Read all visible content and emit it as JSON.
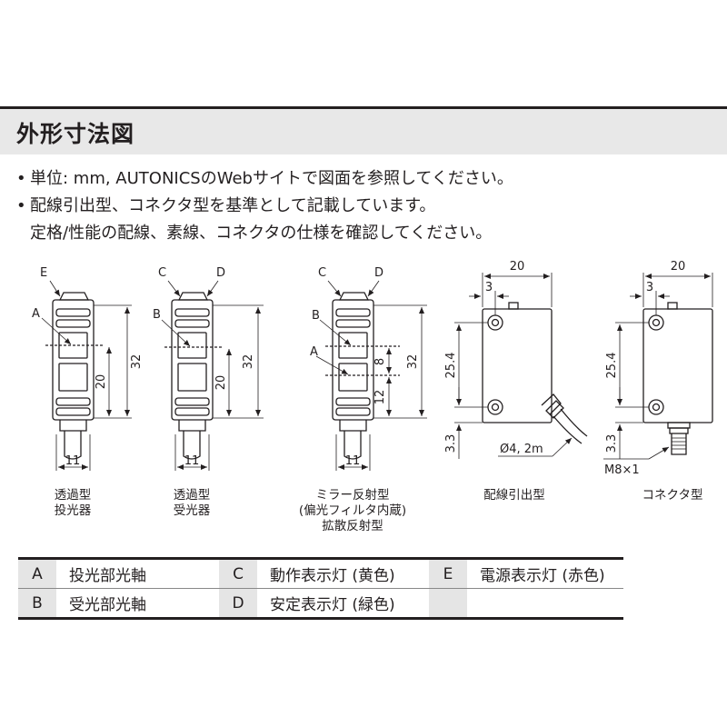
{
  "section": {
    "title": "外形寸法図"
  },
  "notes": {
    "bullet": "•",
    "line1": "単位: mm, AUTONICSのWebサイトで図面を参照してください。",
    "line2": "配線引出型、コネクタ型を基準として記載しています。",
    "line3": "定格/性能の配線、素線、コネクタの仕様を確認してください。"
  },
  "drawings": {
    "throughbeam_emitter": {
      "label_top": "E",
      "label_side": "A",
      "dim_length": "32",
      "dim_axis": "20",
      "dim_width": "11",
      "caption_1": "透過型",
      "caption_2": "投光器"
    },
    "throughbeam_receiver": {
      "label_c": "C",
      "label_d": "D",
      "label_side": "B",
      "dim_length": "32",
      "dim_axis": "20",
      "dim_width": "11",
      "caption_1": "透過型",
      "caption_2": "受光器"
    },
    "mirror_reflective": {
      "label_c": "C",
      "label_d": "D",
      "label_b": "B",
      "label_a": "A",
      "dim_length": "32",
      "dim_upper": "8",
      "dim_lower": "12",
      "dim_width": "11",
      "caption_1": "ミラー反射型",
      "caption_2": "(偏光フィルタ内蔵)",
      "caption_3": "拡散反射型"
    },
    "cable_type": {
      "dim_width": "20",
      "dim_offset": "3",
      "dim_height": "25.4",
      "dim_bottom": "3.3",
      "cable_spec": "Ø4, 2m",
      "caption": "配線引出型"
    },
    "connector_type": {
      "dim_width": "20",
      "dim_offset": "3",
      "dim_height": "25.4",
      "dim_bottom": "3.3",
      "connector_spec": "M8×1",
      "caption": "コネクタ型"
    }
  },
  "legend": {
    "rows": [
      {
        "k1": "A",
        "v1": "投光部光軸",
        "k2": "C",
        "v2": "動作表示灯 (黄色)",
        "k3": "E",
        "v3": "電源表示灯 (赤色)"
      },
      {
        "k1": "B",
        "v1": "受光部光軸",
        "k2": "D",
        "v2": "安定表示灯 (緑色)",
        "k3": "",
        "v3": ""
      }
    ]
  }
}
